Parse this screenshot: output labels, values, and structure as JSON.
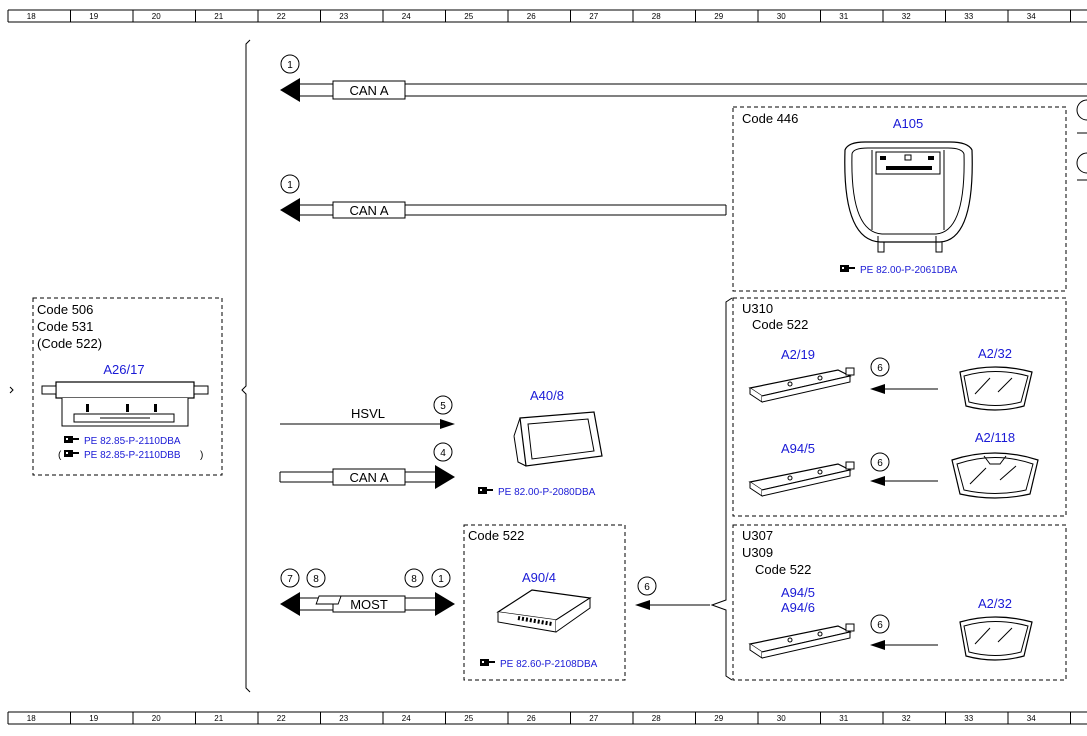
{
  "ruler": [
    "18",
    "19",
    "20",
    "21",
    "22",
    "23",
    "24",
    "25",
    "26",
    "27",
    "28",
    "29",
    "30",
    "31",
    "32",
    "33",
    "34"
  ],
  "labels": {
    "code446": "Code 446",
    "a105": "A105",
    "pe_a105": "PE 82.00-P-2061DBA",
    "code506": "Code 506",
    "code531": "Code 531",
    "code522_paren": "(Code 522)",
    "a26_17": "A26/17",
    "pe_a26_1": "PE 82.85-P-2110DBA",
    "pe_a26_2_open": "(",
    "pe_a26_2": "PE 82.85-P-2110DBB",
    "pe_a26_2_close": ")",
    "hsvl": "HSVL",
    "can_a": "CAN A",
    "most": "MOST",
    "a40_8": "A40/8",
    "pe_a40_8": "PE 82.00-P-2080DBA",
    "code522": "Code 522",
    "a90_4": "A90/4",
    "pe_a90_4": "PE 82.60-P-2108DBA",
    "u310": "U310",
    "u307": "U307",
    "u309": "U309",
    "a2_19": "A2/19",
    "a2_32": "A2/32",
    "a94_5": "A94/5",
    "a94_6": "A94/6",
    "a2_118": "A2/118"
  },
  "circles": {
    "c1": "1",
    "c4": "4",
    "c5": "5",
    "c6": "6",
    "c7": "7",
    "c8": "8"
  },
  "colors": {
    "link_blue": "#1a1ad6",
    "line": "#000000"
  }
}
